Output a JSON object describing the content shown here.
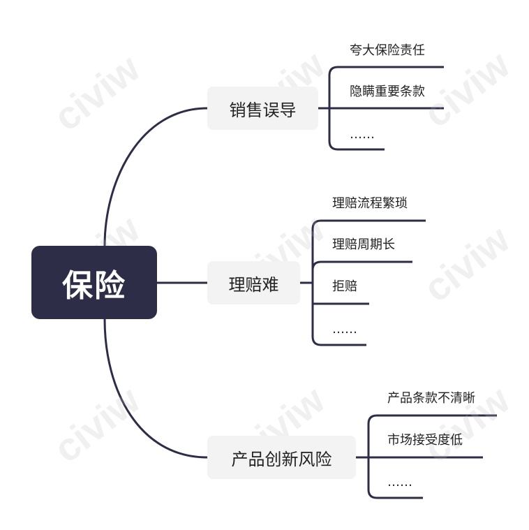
{
  "diagram": {
    "root": {
      "label": "保险"
    },
    "branches": [
      {
        "label": "销售误导",
        "items": [
          "夸大保险责任",
          "隐瞒重要条款",
          "……"
        ]
      },
      {
        "label": "理赔难",
        "items": [
          "理赔流程繁琐",
          "理赔周期长",
          "拒赔",
          "……"
        ]
      },
      {
        "label": "产品创新风险",
        "items": [
          "产品条款不清晰",
          "市场接受度低",
          "……"
        ]
      }
    ],
    "colors": {
      "root_fill": "#2d2d47",
      "branch_fill": "#f3f3f3",
      "line": "#2d2d47",
      "text": "#222222"
    }
  },
  "watermark": {
    "text": "civiw"
  }
}
